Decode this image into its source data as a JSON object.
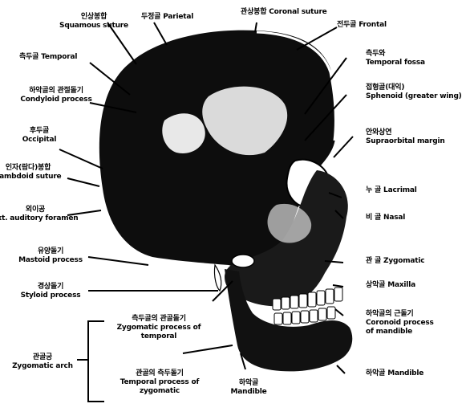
{
  "labels": {
    "squamous_suture": {
      "ko": "인상봉합",
      "en": "Squamous suture"
    },
    "parietal": {
      "ko": "두정골",
      "en": "Parietal"
    },
    "coronal_suture": {
      "ko": "관상봉합",
      "en": "Coronal suture"
    },
    "frontal": {
      "ko": "전두골",
      "en": "Frontal"
    },
    "temporal": {
      "ko": "측두골",
      "en": "Temporal"
    },
    "temporal_fossa": {
      "ko": "측두와",
      "en": "Temporal fossa"
    },
    "condyloid_process": {
      "ko": "하악골의 관절돌기",
      "en": "Condyloid process"
    },
    "sphenoid": {
      "ko": "접형골(대익)",
      "en": "Sphenoid (greater wing)"
    },
    "occipital": {
      "ko": "후두골",
      "en": "Occipital"
    },
    "supraorbital_margin": {
      "ko": "안와상연",
      "en": "Supraorbital margin"
    },
    "lambdoid_suture": {
      "ko": "인자(람다)봉합",
      "en": "Lambdoid suture"
    },
    "lacrimal": {
      "ko": "누 골",
      "en": "Lacrimal"
    },
    "nasal": {
      "ko": "비 골",
      "en": "Nasal"
    },
    "ext_auditory": {
      "ko": "외이공",
      "en": "Ext. auditory foramen"
    },
    "zygomatic": {
      "ko": "관 골",
      "en": "Zygomatic"
    },
    "mastoid_process": {
      "ko": "유양돌기",
      "en": "Mastoid process"
    },
    "maxilla": {
      "ko": "상악골",
      "en": "Maxilla"
    },
    "styloid_process": {
      "ko": "경상돌기",
      "en": "Styloid process"
    },
    "zygomatic_process_temporal": {
      "ko": "측두골의 관골돌기",
      "en1": "Zygomatic process of",
      "en2": "temporal"
    },
    "coronoid_process": {
      "ko": "하악골의 근돌기",
      "en1": "Coronoid process",
      "en2": "of mandible"
    },
    "zygomatic_arch": {
      "ko": "관골궁",
      "en": "Zygomatic arch"
    },
    "temporal_process_zygomatic": {
      "ko": "관골의 측두돌기",
      "en1": "Temporal process of",
      "en2": "zygomatic"
    },
    "mandible_right": {
      "ko": "하악골",
      "en": "Mandible"
    },
    "mandible_bottom": {
      "ko": "하악골",
      "en": "Mandible"
    }
  }
}
